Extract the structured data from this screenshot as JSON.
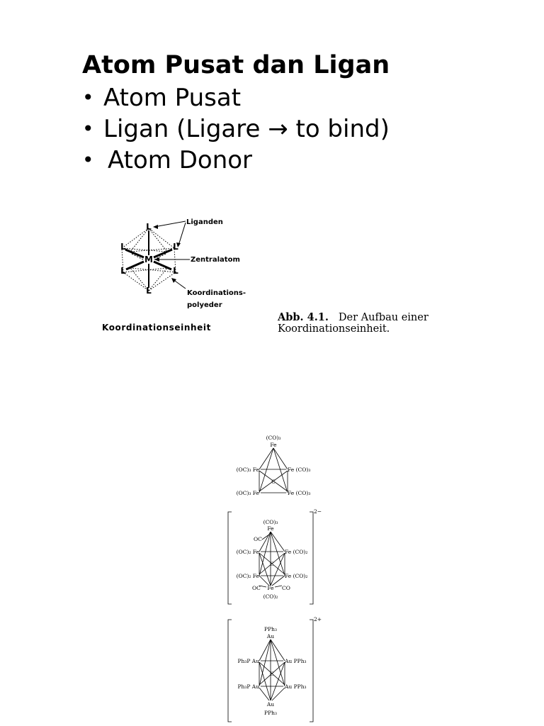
{
  "heading": "Atom Pusat dan Ligan",
  "bullets": [
    {
      "symbol": "•",
      "text": "Atom Pusat"
    },
    {
      "symbol": "•",
      "text": "Ligan (Ligare → to bind)"
    },
    {
      "symbol": "•",
      "text": "Atom Donor"
    }
  ],
  "figure1": {
    "ligand_symbol": "L",
    "metal_symbol": "M",
    "label_liganden": "Liganden",
    "label_zentralatom": "Zentralatom",
    "label_polyeder_1": "Koordinations-",
    "label_polyeder_2": "polyeder",
    "label_einheit": "Koordinationseinheit"
  },
  "caption": {
    "number": "Abb. 4.1.",
    "line1": "Der Aufbau einer",
    "line2": "Koordinationseinheit."
  },
  "clusters": {
    "fe5c": {
      "top_group": "(CO)₃",
      "top_atom": "Fe",
      "upper_left": "(OC)₃ Fe",
      "upper_right": "Fe (CO)₃",
      "center": "C",
      "lower_left": "(OC)₃ Fe",
      "lower_right": "Fe (CO)₃"
    },
    "fe6c": {
      "charge": "2−",
      "top_group": "(CO)₃",
      "top_atom": "Fe",
      "oc_upper": "OC",
      "upper_left": "(OC)₂ Fe",
      "upper_right": "Fe (CO)₂",
      "center": "C",
      "lower_left": "(OC)₂ Fe",
      "lower_right": "Fe (CO)₂",
      "bottom_left_oc": "OC",
      "bottom_atom": "Fe",
      "bottom_right_co": "CO",
      "bottom_group": "(CO)₂"
    },
    "au6c": {
      "charge": "2+",
      "top_group": "PPh₃",
      "top_atom": "Au",
      "upper_left": "Ph₃P Au",
      "upper_right": "Au PPh₃",
      "center": "C",
      "lower_left": "Ph₃P Au",
      "lower_right": "Au PPh₃",
      "bottom_atom": "Au",
      "bottom_group": "PPh₃"
    }
  }
}
